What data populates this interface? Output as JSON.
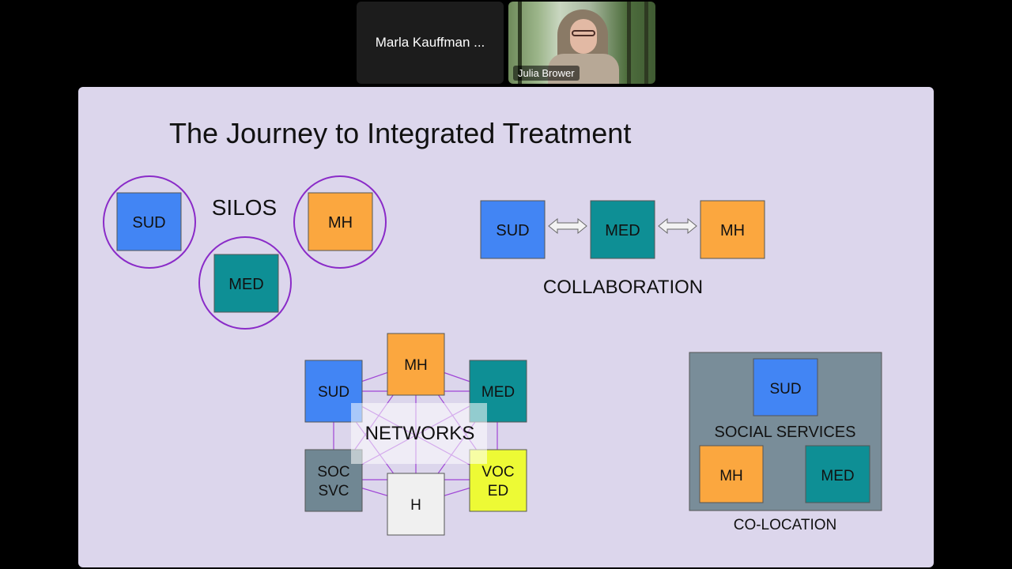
{
  "participants": [
    {
      "name": "Marla Kauffman ..."
    },
    {
      "name": "Julia Brower"
    }
  ],
  "slide": {
    "title": "The Journey to Integrated Treatment",
    "silos": {
      "label": "SILOS",
      "boxes": [
        "SUD",
        "MH",
        "MED"
      ]
    },
    "collaboration": {
      "label": "COLLABORATION",
      "boxes": [
        "SUD",
        "MED",
        "MH"
      ]
    },
    "networks": {
      "label": "NETWORKS",
      "boxes": {
        "mh": "MH",
        "sud": "SUD",
        "med": "MED",
        "soc_line1": "SOC",
        "soc_line2": "SVC",
        "voc_line1": "VOC",
        "voc_line2": "ED",
        "h": "H"
      }
    },
    "colocation": {
      "label": "CO-LOCATION",
      "inner_label": "SOCIAL SERVICES",
      "boxes": [
        "SUD",
        "MH",
        "MED"
      ]
    }
  },
  "colors": {
    "sud": "#4285f4",
    "mh": "#fba73f",
    "med": "#0e8f95",
    "soc": "#708793",
    "voc": "#edfa35",
    "h": "#f0f0f0",
    "ring": "#8a2bc8",
    "network_line": "#9f45d6",
    "colocation_bg": "#798d99",
    "slide_bg": "#dcd6ec"
  }
}
